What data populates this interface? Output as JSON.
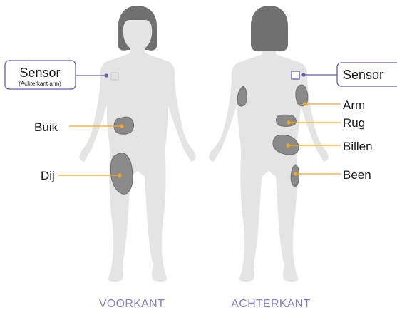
{
  "colors": {
    "body": "#e4e4e4",
    "hair": "#707070",
    "zone": "#8a8a8a",
    "zone_stroke": "#6f6f6f",
    "leader": "#f5a623",
    "sensor": "#6a5aa6",
    "view_label": "#8b7ec4",
    "text": "#1a1a1a"
  },
  "front": {
    "sensor_label": "Sensor",
    "sensor_sublabel": "(Achterkant arm)",
    "zones": [
      {
        "id": "buik",
        "label": "Buik"
      },
      {
        "id": "dij",
        "label": "Dij"
      }
    ],
    "view_label": "VOORKANT"
  },
  "back": {
    "sensor_label": "Sensor",
    "zones": [
      {
        "id": "arm",
        "label": "Arm"
      },
      {
        "id": "rug",
        "label": "Rug"
      },
      {
        "id": "billen",
        "label": "Billen"
      },
      {
        "id": "been",
        "label": "Been"
      }
    ],
    "view_label": "ACHTERKANT"
  }
}
